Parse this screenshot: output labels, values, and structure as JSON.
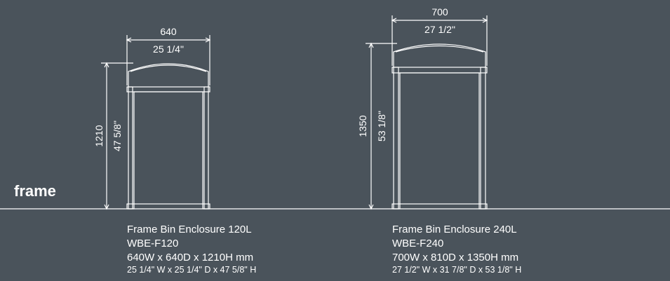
{
  "section_label": "frame",
  "colors": {
    "background": "#4a535b",
    "line": "#ffffff"
  },
  "products": [
    {
      "name": "Frame Bin Enclosure 120L",
      "code": "WBE-F120",
      "metric": "640W x 640D x 1210H mm",
      "imperial": "25 1/4\" W x 25 1/4\" D x 47 5/8\" H",
      "width_mm": "640",
      "width_in": "25 1/4\"",
      "height_mm": "1210",
      "height_in": "47 5/8\""
    },
    {
      "name": "Frame Bin Enclosure 240L",
      "code": "WBE-F240",
      "metric": "700W x 810D x 1350H mm",
      "imperial": "27 1/2\" W x 31 7/8\" D x 53 1/8\" H",
      "width_mm": "700",
      "width_in": "27 1/2\"",
      "height_mm": "1350",
      "height_in": "53 1/8\""
    }
  ]
}
